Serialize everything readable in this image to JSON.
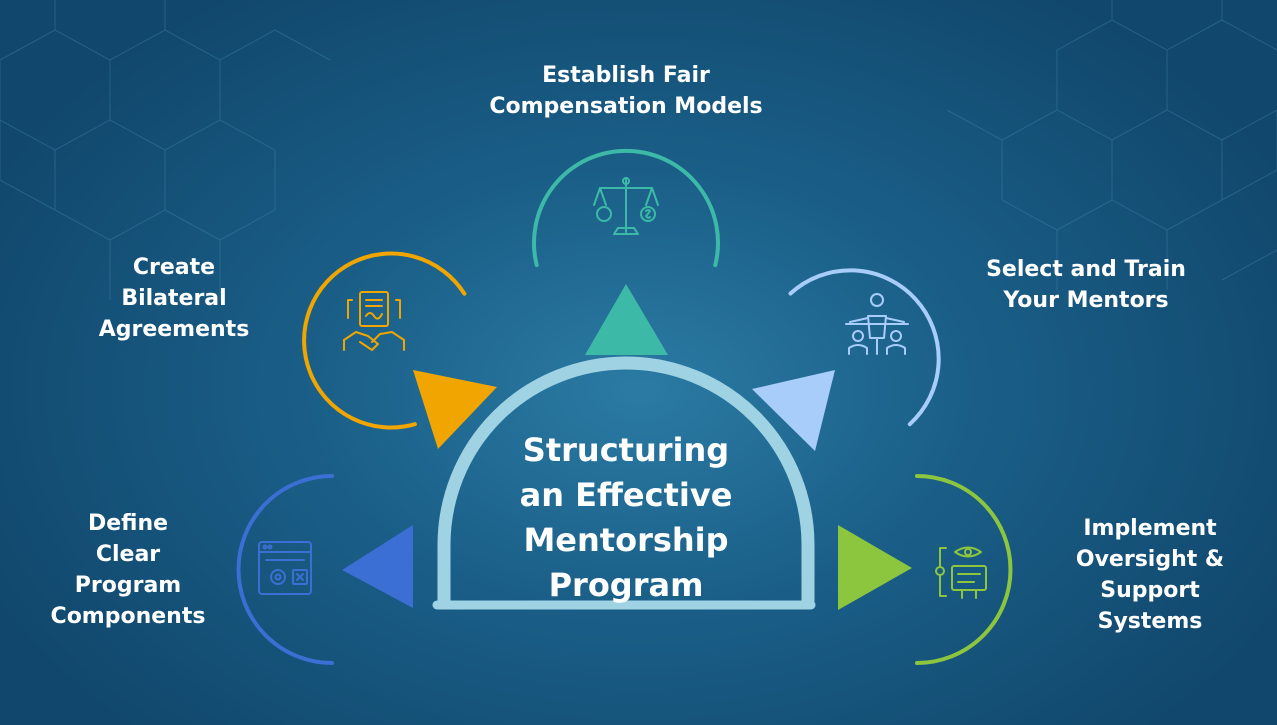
{
  "center": {
    "title_lines": [
      "Structuring",
      "an Effective",
      "Mentorship",
      "Program"
    ]
  },
  "steps": {
    "compensation": {
      "lines": [
        "Establish Fair",
        "Compensation Models"
      ],
      "color": "#3dbaa7",
      "icon": "balance-scale-icon"
    },
    "agreements": {
      "lines": [
        "Create",
        "Bilateral",
        "Agreements"
      ],
      "color": "#f0a500",
      "icon": "handshake-contract-icon"
    },
    "mentors": {
      "lines": [
        "Select and Train",
        "Your Mentors"
      ],
      "color": "#a9cdfb",
      "icon": "presenter-team-icon"
    },
    "components": {
      "lines": [
        "Define",
        "Clear",
        "Program",
        "Components"
      ],
      "color": "#3c6fd3",
      "icon": "settings-window-icon"
    },
    "oversight": {
      "lines": [
        "Implement",
        "Oversight &",
        "Support",
        "Systems"
      ],
      "color": "#8cc63f",
      "icon": "monitoring-support-icon"
    }
  },
  "colors": {
    "background": "#1a5f88",
    "dome": "#9fd3e3",
    "text": "#ffffff"
  }
}
